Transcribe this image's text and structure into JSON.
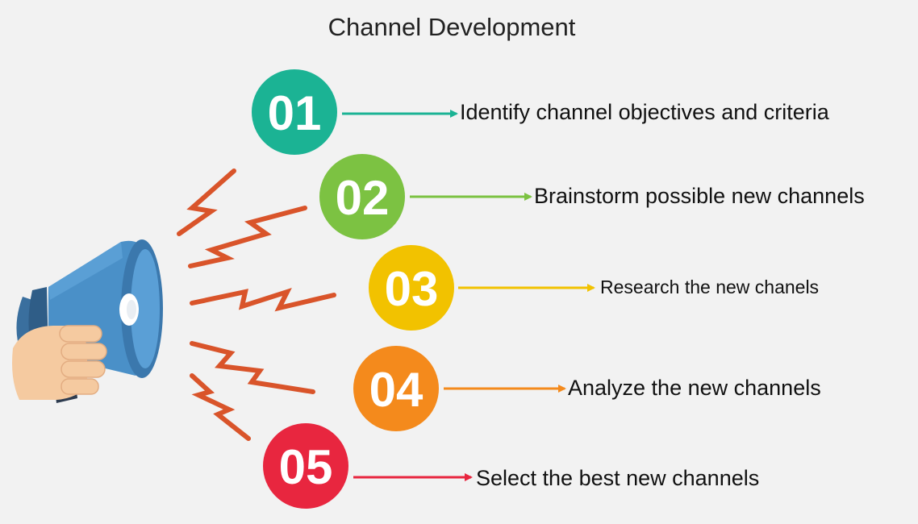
{
  "title": "Channel Development",
  "steps": [
    {
      "number": "01",
      "label": "Identify channel objectives and criteria",
      "color": "#1bb394"
    },
    {
      "number": "02",
      "label": "Brainstorm possible new channels",
      "color": "#7cc242"
    },
    {
      "number": "03",
      "label": "Research the new chanels",
      "color": "#f2c200"
    },
    {
      "number": "04",
      "label": "Analyze the new channels",
      "color": "#f48a1c"
    },
    {
      "number": "05",
      "label": "Select the best new channels",
      "color": "#e8263f"
    }
  ],
  "icons": {
    "megaphone": "megaphone-icon",
    "hand": "hand-icon",
    "sound": "lightning-icon"
  },
  "colors": {
    "background": "#f2f2f2",
    "megaphone_blue": "#4a90c8",
    "zigzag": "#d9542a"
  }
}
